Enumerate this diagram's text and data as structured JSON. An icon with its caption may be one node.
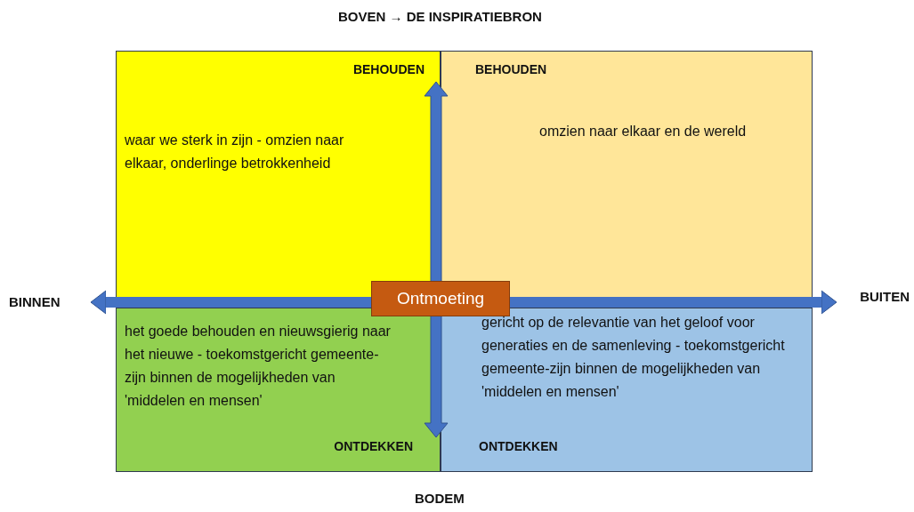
{
  "diagram": {
    "title": "BOVEN → DE INSPIRATIEBRON",
    "nodes": [
      {
        "text": [
          "BEHOUDEN",
          "waar we sterk in zijn - omzien naar elkaar, onderlinge betrokkenheid"
        ]
      },
      {
        "text": [
          "BEHOUDEN",
          "omzien naar elkaar en de wereld"
        ]
      },
      {
        "text": [
          "het goede behouden en nieuwsgierig naar het nieuwe - toekomstgericht gemeente-zijn binnen de mogelijkheden van 'middelen en mensen'",
          "ONTDEKKEN"
        ]
      },
      {
        "text": [
          "gericht op de relevantie van het geloof voor generaties en de samenleving - toekomstgericht gemeente-zijn binnen de mogelijkheden van 'middelen en mensen'",
          "ONTDEKKEN"
        ]
      },
      {
        "text": [
          "Ontmoeting"
        ]
      },
      {
        "text": [
          "BINNEN"
        ]
      },
      {
        "text": [
          "BUITEN"
        ]
      }
    ],
    "edges": [
      {
        "from": 4,
        "to": 5,
        "arrow": "to"
      },
      {
        "from": 4,
        "to": 6,
        "arrow": "to"
      }
    ],
    "labels": [
      "BODEM"
    ]
  }
}
